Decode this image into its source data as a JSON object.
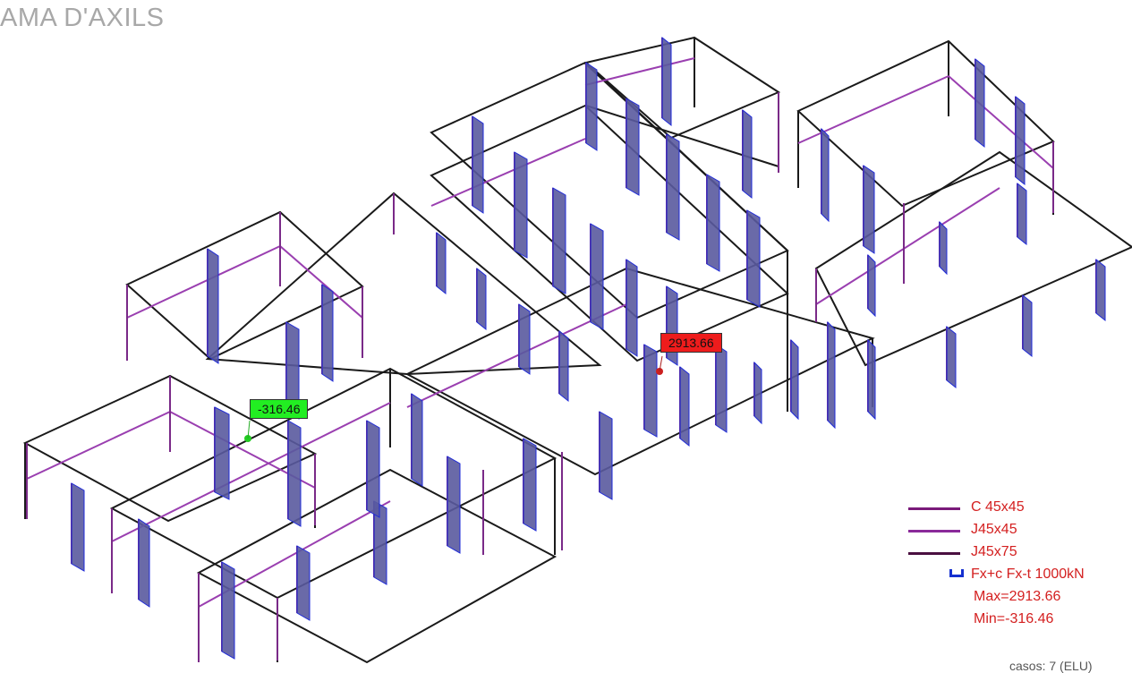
{
  "title": "AMA D'AXILS",
  "tags": {
    "min_value": "-316.46",
    "max_value": "2913.66"
  },
  "legend": {
    "items": [
      {
        "label": "C 45x45",
        "color": "#7a1a7a"
      },
      {
        "label": "J45x45",
        "color": "#8a2a9a"
      },
      {
        "label": "J45x75",
        "color": "#4a1040"
      }
    ],
    "force_label": "Fx+c Fx-t  1000kN",
    "max_text": "Max=2913.66",
    "min_text": "Min=-316.46"
  },
  "footer": "casos: 7 (ELU)",
  "colors": {
    "frame": "#1a1a1a",
    "beam": "#9a3fb0",
    "column": "#7a2a88",
    "diagram_fill": "#5a5a9e",
    "diagram_edge": "#1e2ad8",
    "max_tag": "#ee1c1c",
    "min_tag": "#22ee22",
    "legend_text": "#d42020"
  }
}
